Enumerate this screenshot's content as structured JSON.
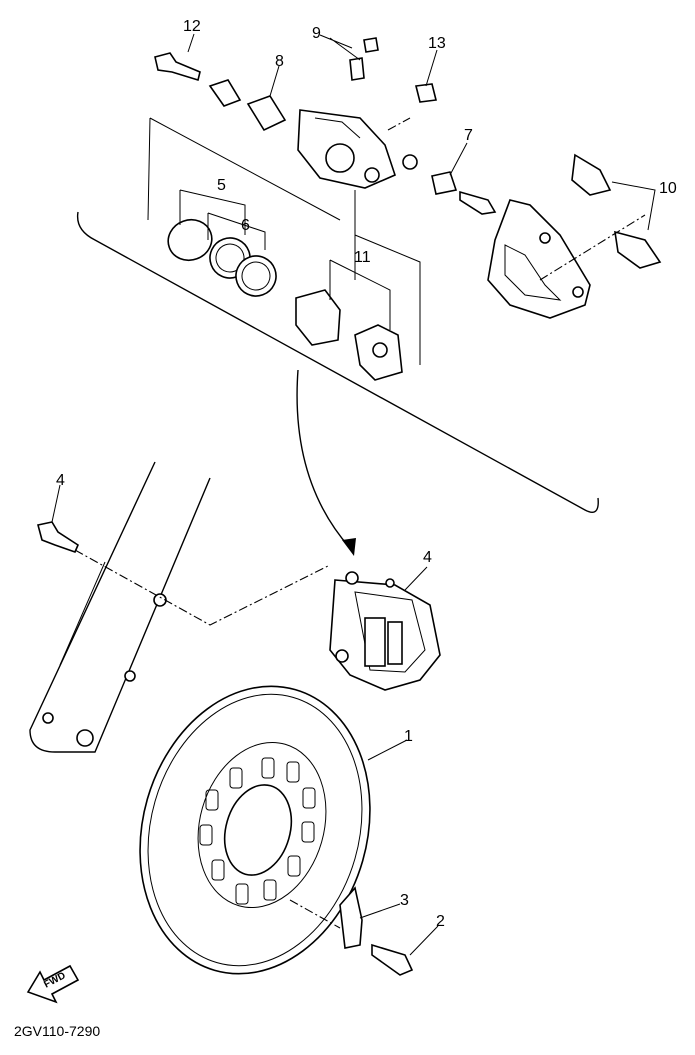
{
  "diagram": {
    "callouts": [
      "1",
      "2",
      "3",
      "4",
      "4",
      "5",
      "6",
      "7",
      "8",
      "9",
      "10",
      "11",
      "12",
      "13"
    ],
    "fwd_label": "FWD",
    "drawing_code": "2GV110-7290"
  }
}
